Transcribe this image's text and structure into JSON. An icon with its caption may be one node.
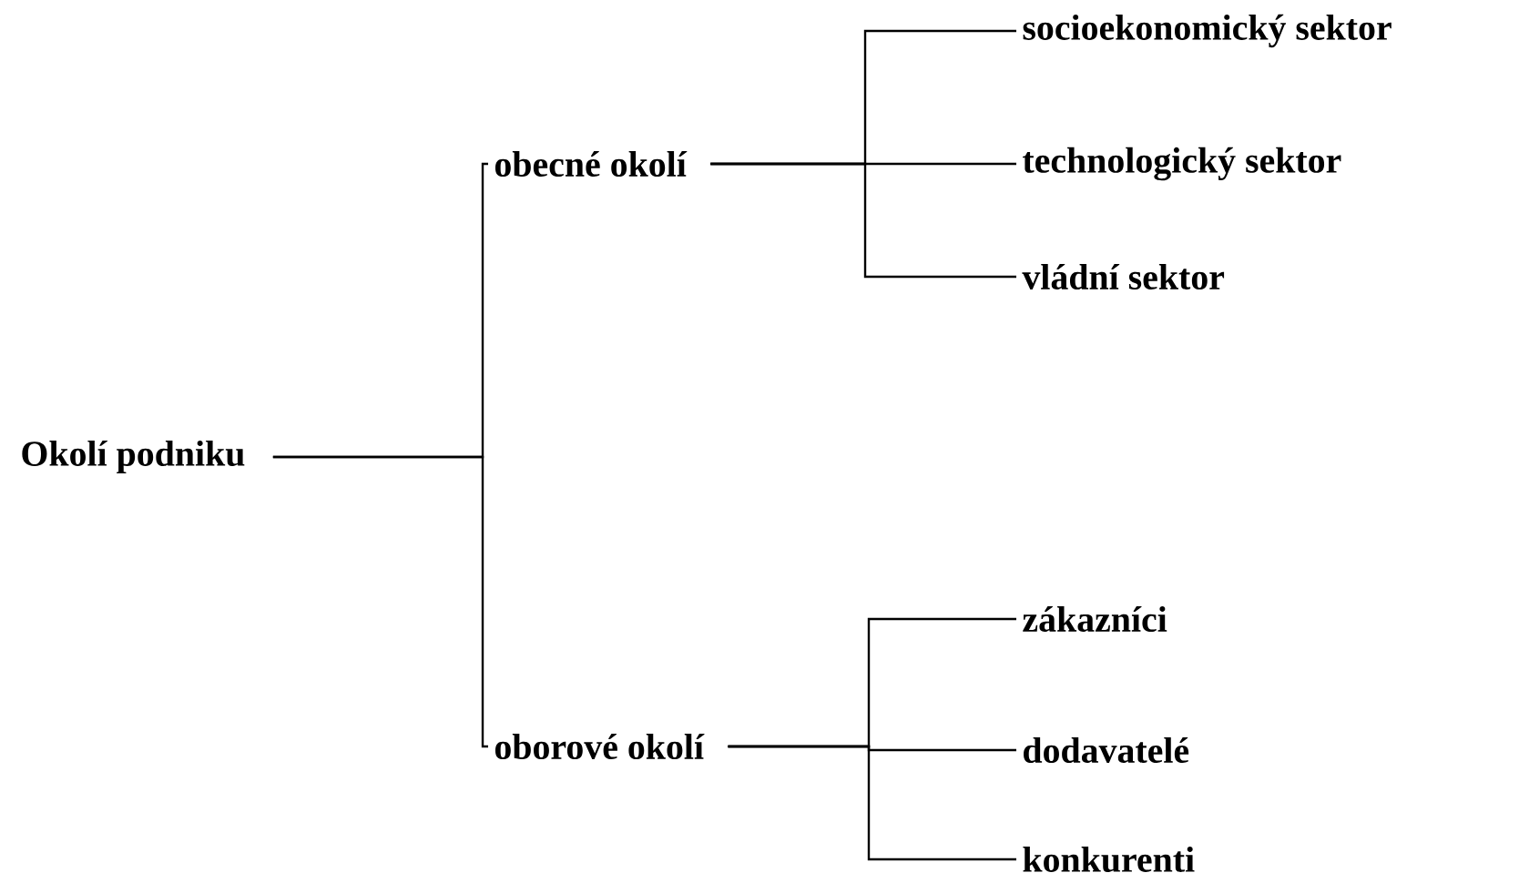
{
  "diagram": {
    "nodes": [
      {
        "text": [
          "Okolí podniku"
        ]
      },
      {
        "text": [
          "obecné okolí"
        ]
      },
      {
        "text": [
          "socioekonomický sektor"
        ]
      },
      {
        "text": [
          "technologický sektor"
        ]
      },
      {
        "text": [
          "vládní sektor"
        ]
      },
      {
        "text": [
          "oborové okolí"
        ]
      },
      {
        "text": [
          "zákazníci"
        ]
      },
      {
        "text": [
          "dodavatelé"
        ]
      },
      {
        "text": [
          "konkurenti"
        ]
      }
    ],
    "edges": [
      {
        "from": 0,
        "to": 1,
        "arrow": "none"
      },
      {
        "from": 0,
        "to": 5,
        "arrow": "none"
      },
      {
        "from": 1,
        "to": 2,
        "arrow": "none"
      },
      {
        "from": 1,
        "to": 3,
        "arrow": "none"
      },
      {
        "from": 1,
        "to": 4,
        "arrow": "none"
      },
      {
        "from": 5,
        "to": 6,
        "arrow": "none"
      },
      {
        "from": 5,
        "to": 7,
        "arrow": "none"
      },
      {
        "from": 5,
        "to": 8,
        "arrow": "none"
      }
    ]
  }
}
